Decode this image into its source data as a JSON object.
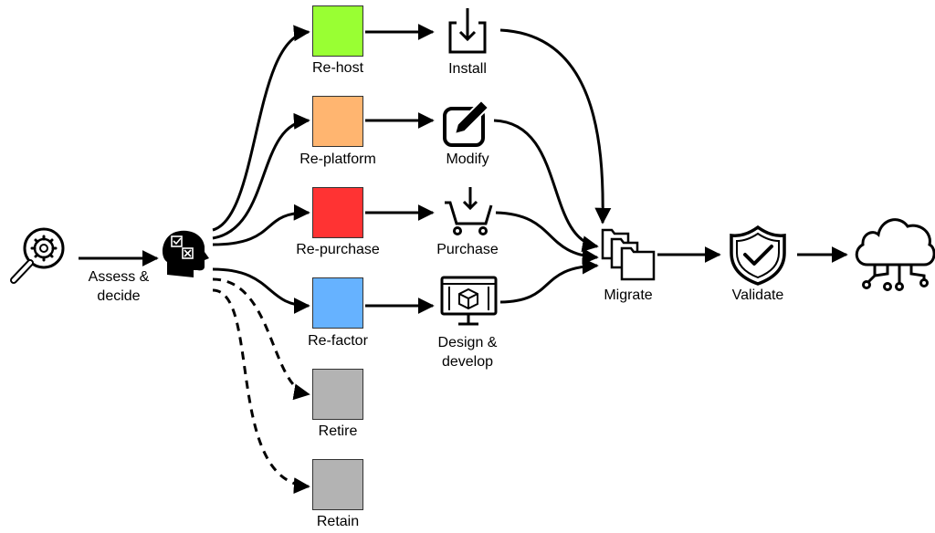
{
  "start": {
    "icon": "magnifier-gear-icon",
    "label": "Assess &\ndecide",
    "label_line1": "Assess &",
    "label_line2": "decide"
  },
  "decider": {
    "icon": "head-checklist-icon"
  },
  "strategies": [
    {
      "id": "re-host",
      "label": "Re-host",
      "color": "#99ff33",
      "action_label": "Install",
      "action_icon": "install-tray-icon",
      "path": "solid"
    },
    {
      "id": "re-platform",
      "label": "Re-platform",
      "color": "#ffb570",
      "action_label": "Modify",
      "action_icon": "edit-pencil-icon",
      "path": "solid"
    },
    {
      "id": "re-purchase",
      "label": "Re-purchase",
      "color": "#ff3333",
      "action_label": "Purchase",
      "action_icon": "shopping-cart-icon",
      "path": "solid"
    },
    {
      "id": "re-factor",
      "label": "Re-factor",
      "color": "#66b2ff",
      "action_label_line1": "Design &",
      "action_label_line2": "develop",
      "action_icon": "design-monitor-icon",
      "path": "solid"
    },
    {
      "id": "retire",
      "label": "Retire",
      "color": "#b3b3b3",
      "path": "dashed"
    },
    {
      "id": "retain",
      "label": "Retain",
      "color": "#b3b3b3",
      "path": "dashed"
    }
  ],
  "migrate": {
    "label": "Migrate",
    "icon": "folders-icon"
  },
  "validate": {
    "label": "Validate",
    "icon": "shield-check-icon"
  },
  "destination": {
    "icon": "cloud-circuit-icon"
  }
}
